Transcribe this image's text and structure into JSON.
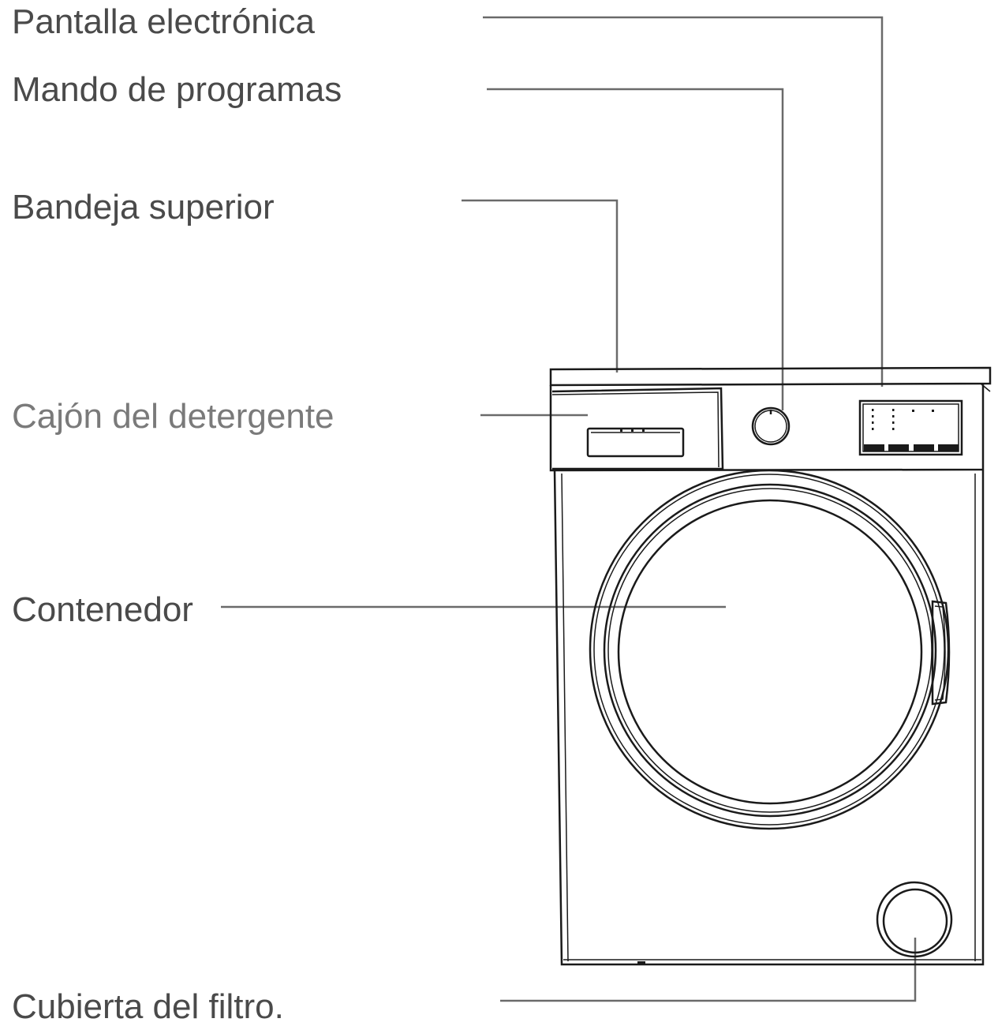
{
  "labels": {
    "display": "Pantalla electrónica",
    "program_knob": "Mando de programas",
    "top_tray": "Bandeja superior",
    "detergent_drawer": "Cajón del detergente",
    "drum": "Contenedor",
    "filter_cover": "Cubierta del filtro."
  },
  "colors": {
    "label_text": "#4a4a4a",
    "label_text_light": "#7a7a7a",
    "leader_line": "#6a6a6a",
    "machine_outline": "#1a1a1a"
  }
}
